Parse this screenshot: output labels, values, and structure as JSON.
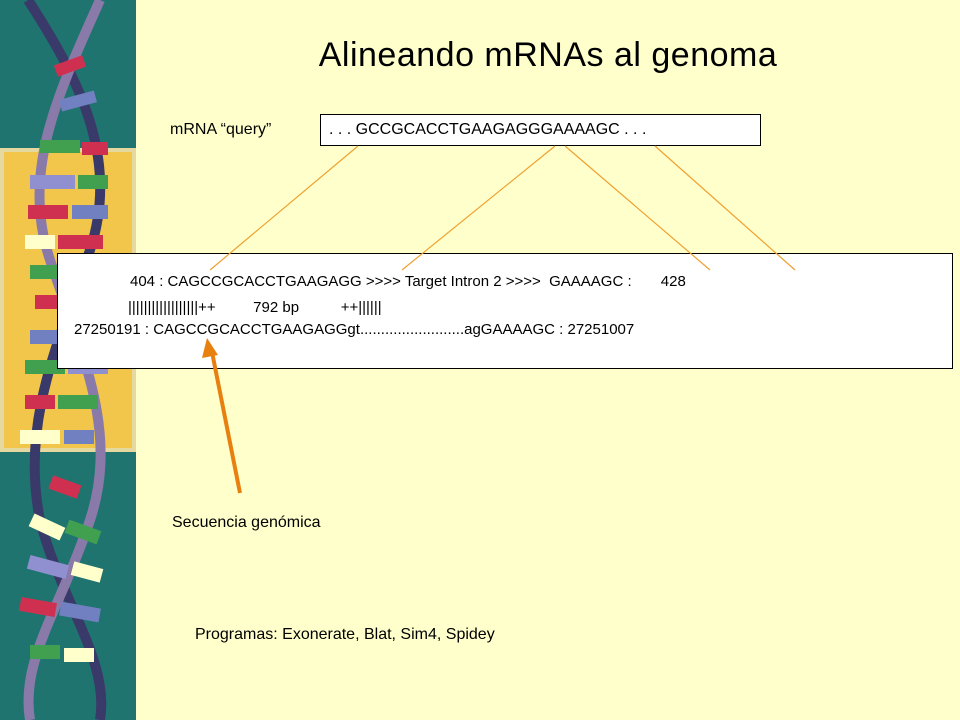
{
  "slide": {
    "title": "Alineando mRNAs al genoma",
    "query_label": "mRNA “query”",
    "query_sequence": ". . . GCCGCACCTGAAGAGGGAAAAGC  . . .",
    "alignment": {
      "line1": "404 : CAGCCGCACCTGAAGAGG >>>> Target Intron 2 >>>>  GAAAAGC :       428",
      "line2": "||||||||||||||||||++         792 bp          ++||||||",
      "line3": "27250191 : CAGCCGCACCTGAAGAGGgt.........................agGAAAAGC : 27251007"
    },
    "genomic_label": "Secuencia genómica",
    "programs": "Programas: Exonerate, Blat, Sim4, Spidey"
  },
  "colors": {
    "background": "#ffffcc",
    "sidebar": "#1f7470",
    "connector_lines": "#f0a030",
    "arrow": "#e88010"
  }
}
